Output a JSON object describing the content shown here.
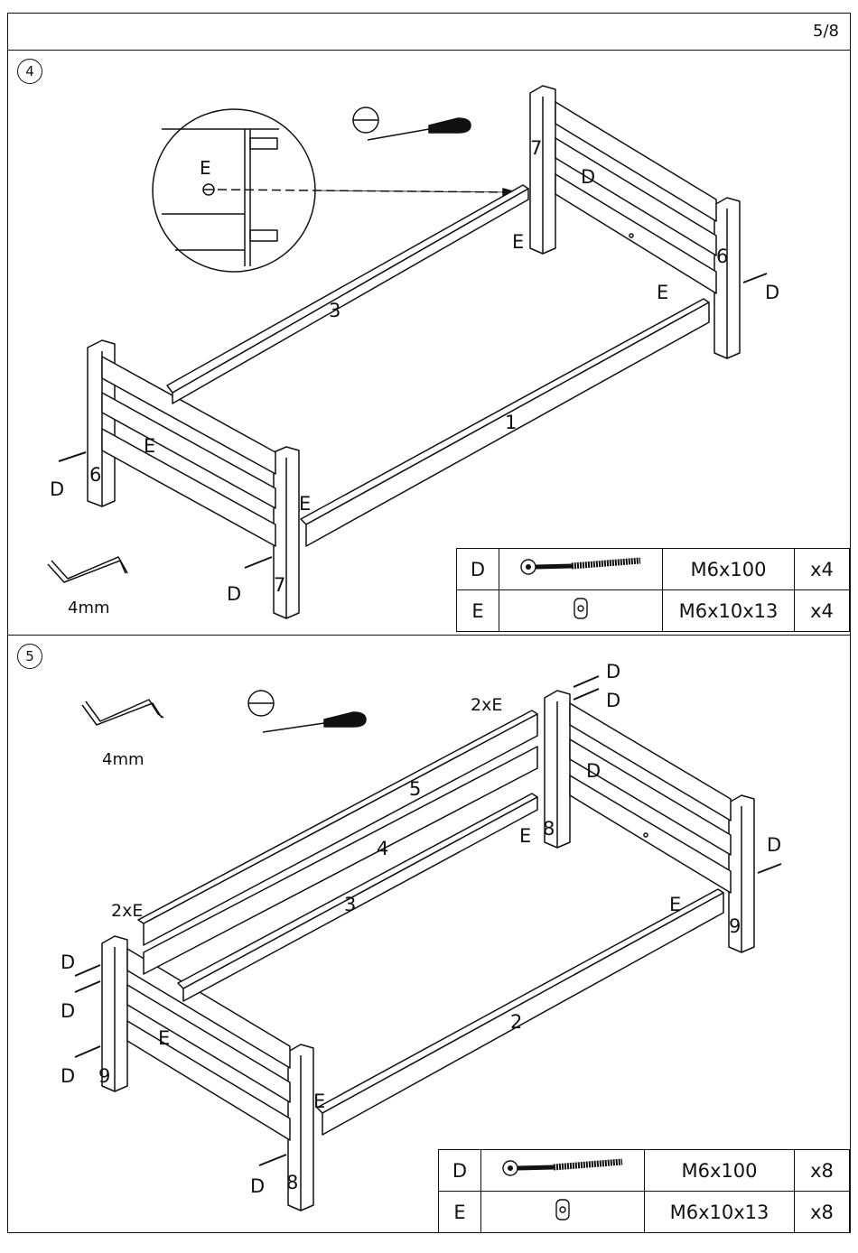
{
  "page_number": "5/8",
  "step4": {
    "number": "4",
    "detail_label": "E",
    "tool_label": "4mm",
    "part_labels": {
      "part_1": "1",
      "part_3": "3",
      "part_6_right": "6",
      "part_6_left": "6",
      "part_7_top": "7",
      "part_7_bottom": "7",
      "e1": "E",
      "e2": "E",
      "e3": "E",
      "e4": "E",
      "d1": "D",
      "d2": "D",
      "d3": "D",
      "d4": "D"
    },
    "parts": [
      {
        "letter": "D",
        "icon": "long-bolt-icon",
        "size": "M6x100",
        "qty": "x4"
      },
      {
        "letter": "E",
        "icon": "barrel-nut-icon",
        "size": "M6x10x13",
        "qty": "x4"
      }
    ]
  },
  "step5": {
    "number": "5",
    "tool_label": "4mm",
    "part_labels": {
      "part_2": "2",
      "part_3": "3",
      "part_4": "4",
      "part_5": "5",
      "part_8_top": "8",
      "part_8_bottom": "8",
      "part_9_right": "9",
      "part_9_left": "9",
      "e_2x_top": "2xE",
      "e_2x_left": "2xE",
      "e1": "E",
      "e2": "E",
      "e3": "E",
      "e4": "E",
      "d1": "D",
      "d2": "D",
      "d3": "D",
      "d4": "D",
      "d5": "D",
      "d6": "D",
      "d7": "D",
      "d8": "D"
    },
    "parts": [
      {
        "letter": "D",
        "icon": "long-bolt-icon",
        "size": "M6x100",
        "qty": "x8"
      },
      {
        "letter": "E",
        "icon": "barrel-nut-icon",
        "size": "M6x10x13",
        "qty": "x8"
      }
    ]
  }
}
